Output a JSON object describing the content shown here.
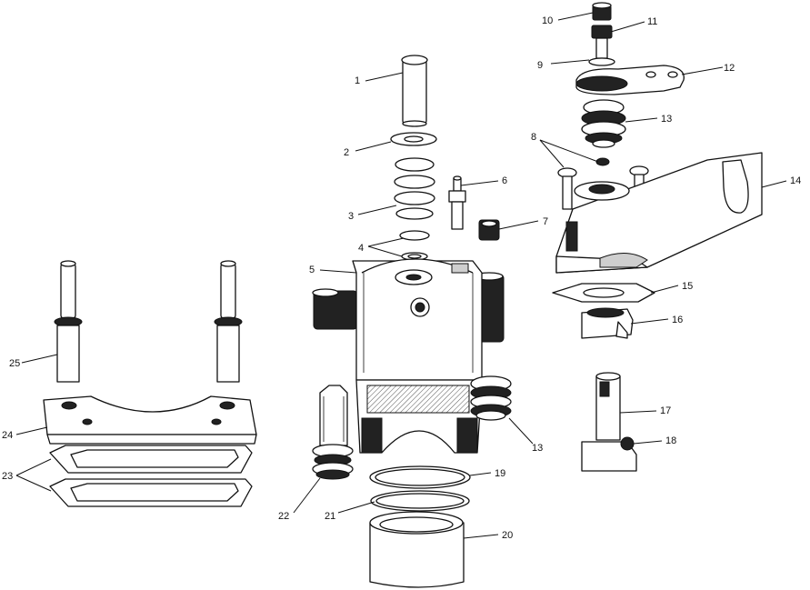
{
  "callouts": {
    "c1": "1",
    "c2": "2",
    "c3": "3",
    "c4": "4",
    "c5": "5",
    "c6": "6",
    "c7": "7",
    "c8": "8",
    "c9": "9",
    "c10": "10",
    "c11": "11",
    "c12": "12",
    "c13a": "13",
    "c13b": "13",
    "c14": "14",
    "c15": "15",
    "c16": "16",
    "c17": "17",
    "c18": "18",
    "c19": "19",
    "c20": "20",
    "c21": "21",
    "c22": "22",
    "c23": "23",
    "c24": "24",
    "c25": "25"
  }
}
